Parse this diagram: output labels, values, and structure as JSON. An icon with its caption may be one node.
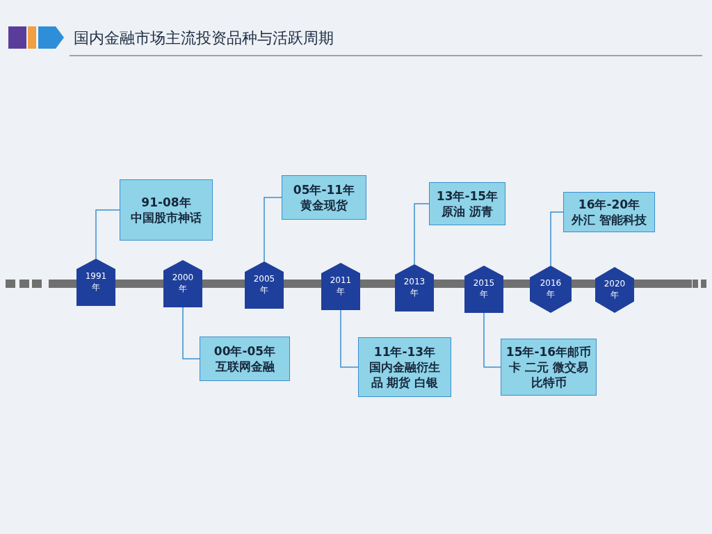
{
  "diagram": {
    "title": "国内金融市场主流投资品种与活跃周期",
    "nodes": [
      {
        "text": [
          "1991年"
        ]
      },
      {
        "text": [
          "2000年"
        ]
      },
      {
        "text": [
          "2005年"
        ]
      },
      {
        "text": [
          "2011年"
        ]
      },
      {
        "text": [
          "2013年"
        ]
      },
      {
        "text": [
          "2015年"
        ]
      },
      {
        "text": [
          "2016年"
        ]
      },
      {
        "text": [
          "2020年"
        ]
      },
      {
        "text": [
          "91-08年",
          "中国股市神话"
        ]
      },
      {
        "text": [
          "05年-11年",
          "黄金现货"
        ]
      },
      {
        "text": [
          "13年-15年",
          "原油 沥青"
        ]
      },
      {
        "text": [
          "16年-20年",
          "外汇 智能科技"
        ]
      },
      {
        "text": [
          "00年-05年",
          "互联网金融"
        ]
      },
      {
        "text": [
          "11年-13年",
          "国内金融衍生品 期货 白银"
        ]
      },
      {
        "text": [
          "15年-16年邮币卡 二元 微交易比特币"
        ]
      }
    ],
    "edges": [
      {
        "from": 8,
        "to": 0,
        "arrow": "none"
      },
      {
        "from": 9,
        "to": 2,
        "arrow": "none"
      },
      {
        "from": 10,
        "to": 4,
        "arrow": "none"
      },
      {
        "from": 11,
        "to": 6,
        "arrow": "none"
      },
      {
        "from": 12,
        "to": 1,
        "arrow": "none"
      },
      {
        "from": 13,
        "to": 3,
        "arrow": "none"
      },
      {
        "from": 14,
        "to": 5,
        "arrow": "none"
      }
    ]
  }
}
